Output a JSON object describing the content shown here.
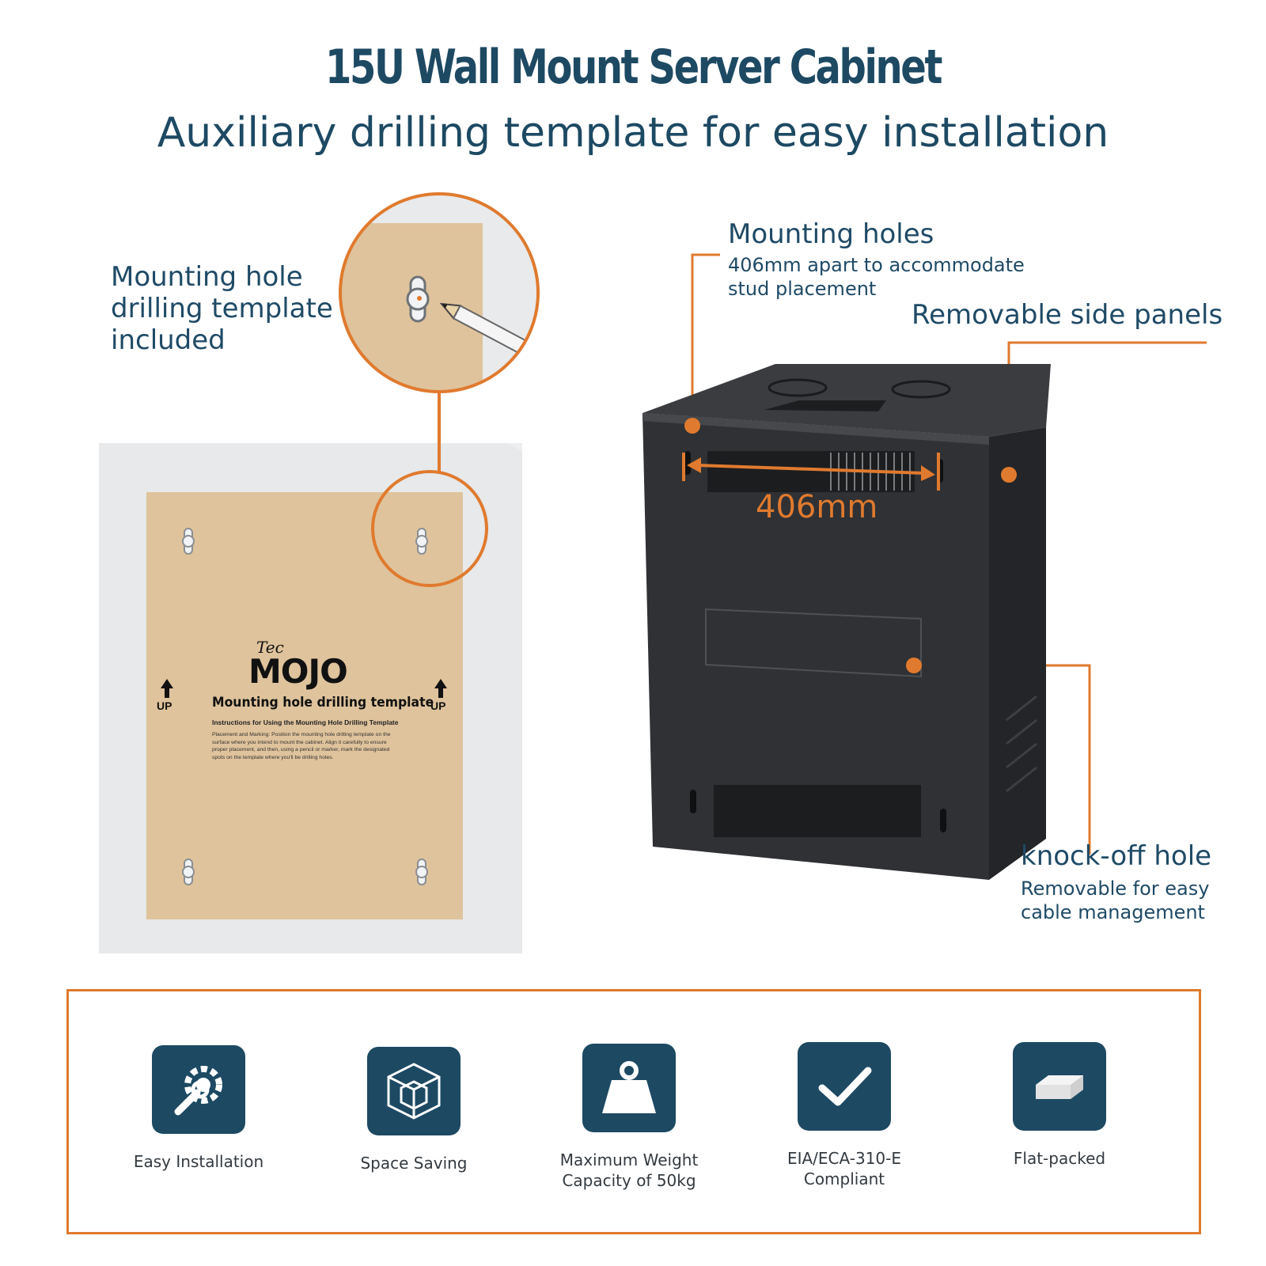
{
  "header": {
    "title": "15U Wall Mount Server Cabinet",
    "subtitle": "Auxiliary drilling template for easy installation"
  },
  "template_callout": {
    "line1": "Mounting hole",
    "line2": "drilling template",
    "line3": "included"
  },
  "template_card": {
    "brand_small": "Tec",
    "brand_big": "MOJO",
    "heading": "Mounting hole drilling template",
    "instructions_title": "Instructions for Using the Mounting Hole Drilling Template",
    "instructions_body": "Placement and Marking: Position the mounting hole drilling template on the surface where you intend to mount the cabinet. Align it carefully to ensure proper placement, and then, using a pencil or marker, mark the designated spots on the template where you'll be drilling holes.",
    "up_label": "UP"
  },
  "cabinet_callouts": {
    "mounting_holes_title": "Mounting holes",
    "mounting_holes_desc1": "406mm apart to accommodate",
    "mounting_holes_desc2": "stud placement",
    "side_panels_title": "Removable side panels",
    "knockoff_title": "knock-off hole",
    "knockoff_desc1": "Removable for easy",
    "knockoff_desc2": "cable management",
    "dimension": "406mm"
  },
  "features": [
    {
      "icon": "wrench-gear-icon",
      "label1": "Easy Installation",
      "label2": ""
    },
    {
      "icon": "cube-icon",
      "label1": "Space Saving",
      "label2": ""
    },
    {
      "icon": "weight-icon",
      "label1": "Maximum Weight",
      "label2": "Capacity of 50kg"
    },
    {
      "icon": "checkmark-icon",
      "label1": "EIA/ECA-310-E",
      "label2": "Compliant"
    },
    {
      "icon": "flat-box-icon",
      "label1": "Flat-packed",
      "label2": ""
    }
  ],
  "colors": {
    "accent": "#e07a2e",
    "navy": "#1d4963",
    "cardboard": "#dfc39c",
    "cabinet": "#2e3033"
  }
}
